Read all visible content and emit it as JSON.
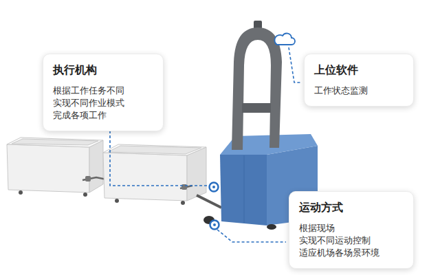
{
  "diagram": {
    "nodes": [
      {
        "text": [
          "执行机构",
          "根据工作任务不同 实现不同作业模式 完成各项工作"
        ]
      },
      {
        "text": [
          "上位软件",
          "工作状态监测"
        ]
      },
      {
        "text": [
          "运动方式",
          "根据现场 实现不同运动控制 适应机场各场景环境"
        ]
      }
    ]
  }
}
